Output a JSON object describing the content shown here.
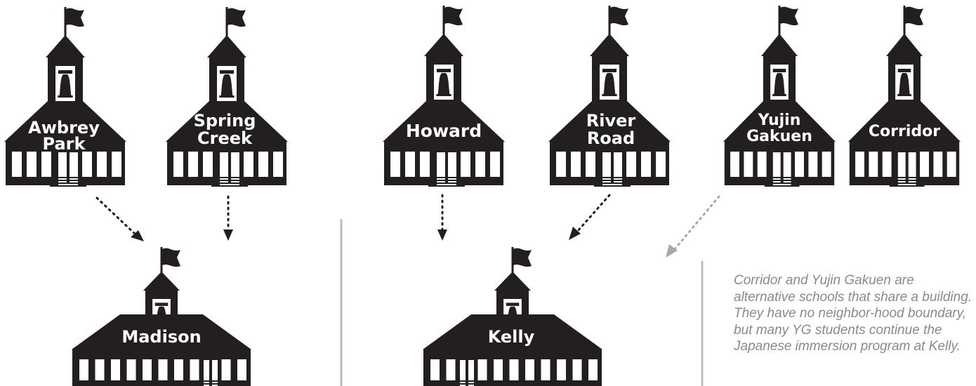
{
  "schools": {
    "awbrey_park": {
      "line1": "Awbrey",
      "line2": "Park"
    },
    "spring_creek": {
      "line1": "Spring",
      "line2": "Creek"
    },
    "howard": {
      "line1": "Howard"
    },
    "river_road": {
      "line1": "River",
      "line2": "Road"
    },
    "yujin_gakuen": {
      "line1": "Yujin",
      "line2": "Gakuen"
    },
    "corridor": {
      "line1": "Corridor"
    },
    "madison": {
      "line1": "Madison"
    },
    "kelly": {
      "line1": "Kelly"
    }
  },
  "note": "Corridor and Yujin Gakuen are alternative schools that share a building. They have no neighbor-hood boundary, but many YG students continue the Japanese immersion program at Kelly.",
  "colors": {
    "building": "#231f20",
    "arrow": "#231f20",
    "alt_arrow": "#a8a8a8",
    "divider": "#bdbdbd",
    "note_text": "#8a8a8a"
  }
}
